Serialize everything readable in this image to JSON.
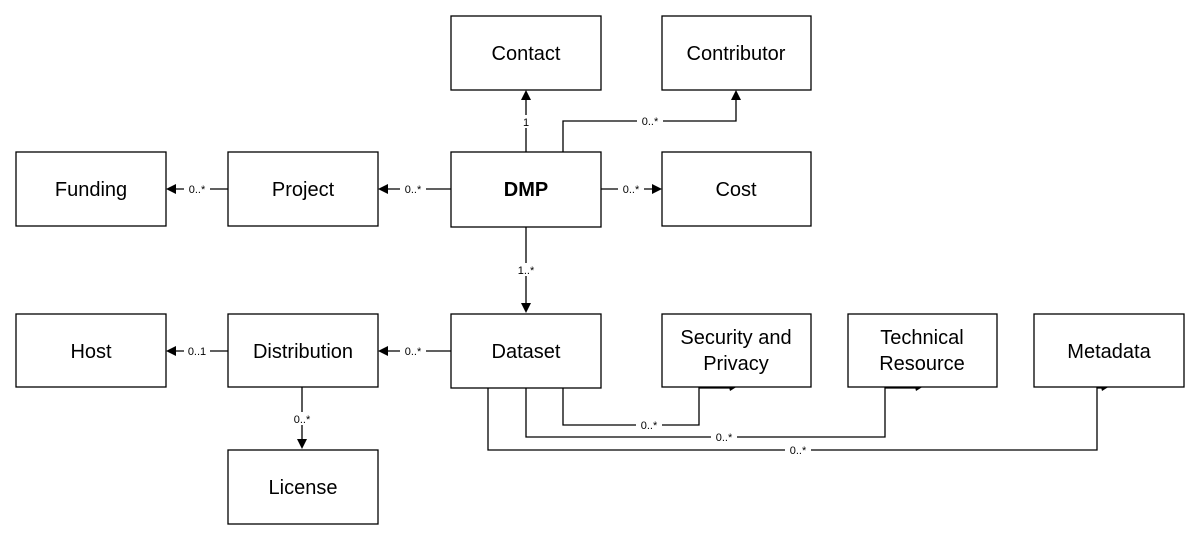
{
  "nodes": {
    "contact": "Contact",
    "contributor": "Contributor",
    "funding": "Funding",
    "project": "Project",
    "dmp": "DMP",
    "cost": "Cost",
    "host": "Host",
    "distribution": "Distribution",
    "dataset": "Dataset",
    "security": [
      "Security and",
      "Privacy"
    ],
    "technical": [
      "Technical",
      "Resource"
    ],
    "metadata": "Metadata",
    "license": "License"
  },
  "edges": {
    "dmp_contact": "1",
    "dmp_contributor": "0..*",
    "project_funding": "0..*",
    "dmp_project": "0..*",
    "dmp_cost": "0..*",
    "dmp_dataset": "1..*",
    "distribution_host": "0..1",
    "dataset_distribution": "0..*",
    "distribution_license": "0..*",
    "dataset_security": "0..*",
    "dataset_technical": "0..*",
    "dataset_metadata": "0..*"
  }
}
